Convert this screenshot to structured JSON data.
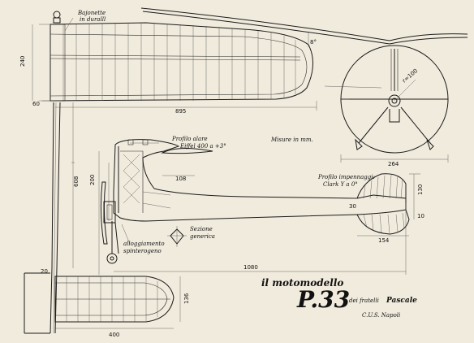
{
  "annotations": {
    "bajonette": "Bajonette",
    "in_duralli": "in duralll",
    "profilo_alare": "Profilo alare",
    "eiffel": "Eiffel 400 a +3°",
    "misure": "Misure in mm.",
    "profilo_impennaggi": "Profilo impennaggi:",
    "clark": "Clark Y a 0°",
    "alloggiamento": "alloggiamento",
    "spinterogeno": "spinterogeno",
    "sezione": "Sezione",
    "generica": "generica"
  },
  "dimensions": {
    "d240": "240",
    "d60": "60",
    "d895": "895",
    "d8deg": "8°",
    "d100": "r=100",
    "d264": "264",
    "d108": "108",
    "d200": "200",
    "d608": "608",
    "d130": "130",
    "d154": "154",
    "d30": "30",
    "d10": "10",
    "d1080": "1080",
    "d20": "20",
    "d400": "400",
    "d136": "136"
  },
  "title": {
    "il_motomodello": "il motomodello",
    "model": "P.33",
    "dei_fratelli": "dei fratelli",
    "pascale": "Pascale",
    "club": "C.U.S. Napoli"
  }
}
